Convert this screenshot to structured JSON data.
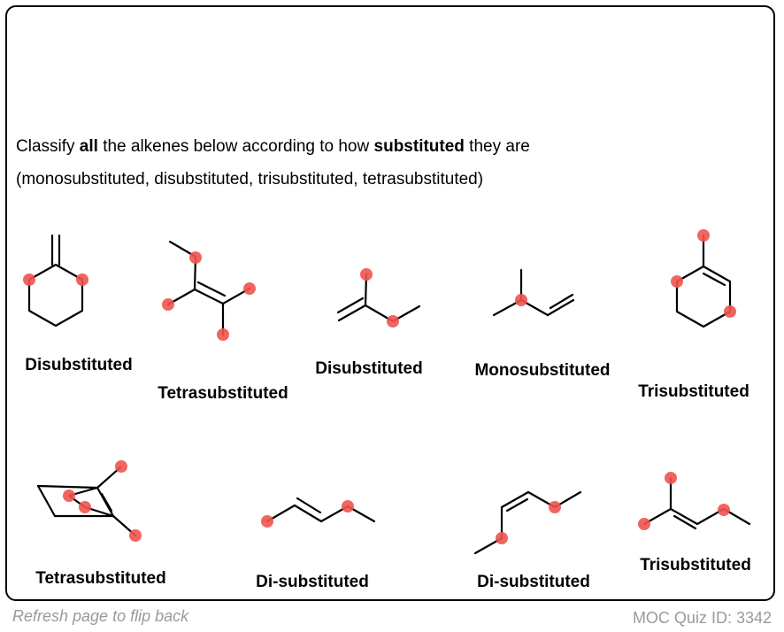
{
  "question": {
    "line1_part1": "Classify ",
    "line1_bold1": "all",
    "line1_part2": " the alkenes below according to how ",
    "line1_bold2": "substituted",
    "line1_part3": " they are",
    "line2": "(monosubstituted, disubstituted, trisubstituted, tetrasubstituted)"
  },
  "molecules": [
    {
      "label": "Disubstituted"
    },
    {
      "label": "Tetrasubstituted"
    },
    {
      "label": "Disubstituted"
    },
    {
      "label": "Monosubstituted"
    },
    {
      "label": "Trisubstituted"
    },
    {
      "label": "Tetrasubstituted"
    },
    {
      "label": "Di-substituted"
    },
    {
      "label": "Di-substituted"
    },
    {
      "label": "Trisubstituted"
    }
  ],
  "footer": {
    "refresh_text": "Refresh page to flip back",
    "quiz_id": "MOC Quiz ID: 3342"
  },
  "colors": {
    "highlight_dot": "#f0544f",
    "footer_text": "#9a9a9a"
  }
}
